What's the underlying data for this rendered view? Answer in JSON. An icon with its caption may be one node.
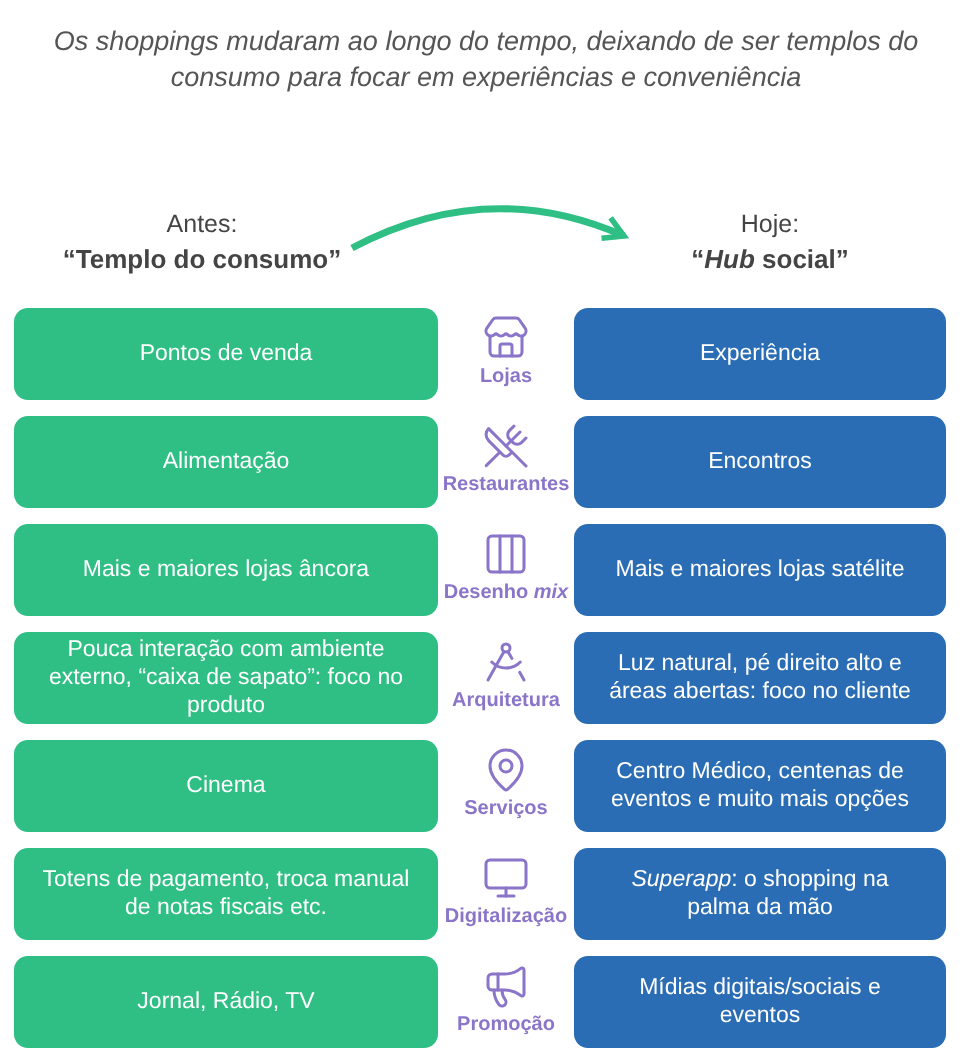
{
  "diagram": {
    "title": "Os shoppings mudaram ao longo do tempo, deixando de ser templos do consumo para focar em experiências e conveniência",
    "nodes": [
      {
        "text": [
          "Antes:",
          "“Templo do consumo”"
        ]
      },
      {
        "text": [
          "Hoje:",
          "“*Hub* social”"
        ]
      },
      {
        "text": [
          "Pontos de venda"
        ]
      },
      {
        "text": [
          "Alimentação"
        ]
      },
      {
        "text": [
          "Mais e maiores lojas âncora"
        ]
      },
      {
        "text": [
          "Pouca interação com ambiente externo, “caixa de sapato”: foco no produto"
        ]
      },
      {
        "text": [
          "Cinema"
        ]
      },
      {
        "text": [
          "Totens de pagamento, troca manual de notas fiscais etc."
        ]
      },
      {
        "text": [
          "Jornal, Rádio, TV"
        ]
      },
      {
        "text": [
          "Experiência"
        ]
      },
      {
        "text": [
          "Encontros"
        ]
      },
      {
        "text": [
          "Mais e maiores lojas satélite"
        ]
      },
      {
        "text": [
          "Luz natural, pé direito alto e áreas abertas: foco no cliente"
        ]
      },
      {
        "text": [
          "Centro Médico, centenas de eventos e muito mais opções"
        ]
      },
      {
        "text": [
          "*Superapp*: o shopping na palma da mão"
        ]
      },
      {
        "text": [
          "Mídias digitais/sociais e eventos"
        ]
      }
    ],
    "edges": [
      {
        "from": 0,
        "to": 1,
        "arrow": "to",
        "color": "#2fbf85"
      }
    ],
    "labels": [
      "Lojas",
      "Restaurantes",
      "Desenho *mix*",
      "Arquitetura",
      "Serviços",
      "Digitalização",
      "Promoção"
    ]
  }
}
